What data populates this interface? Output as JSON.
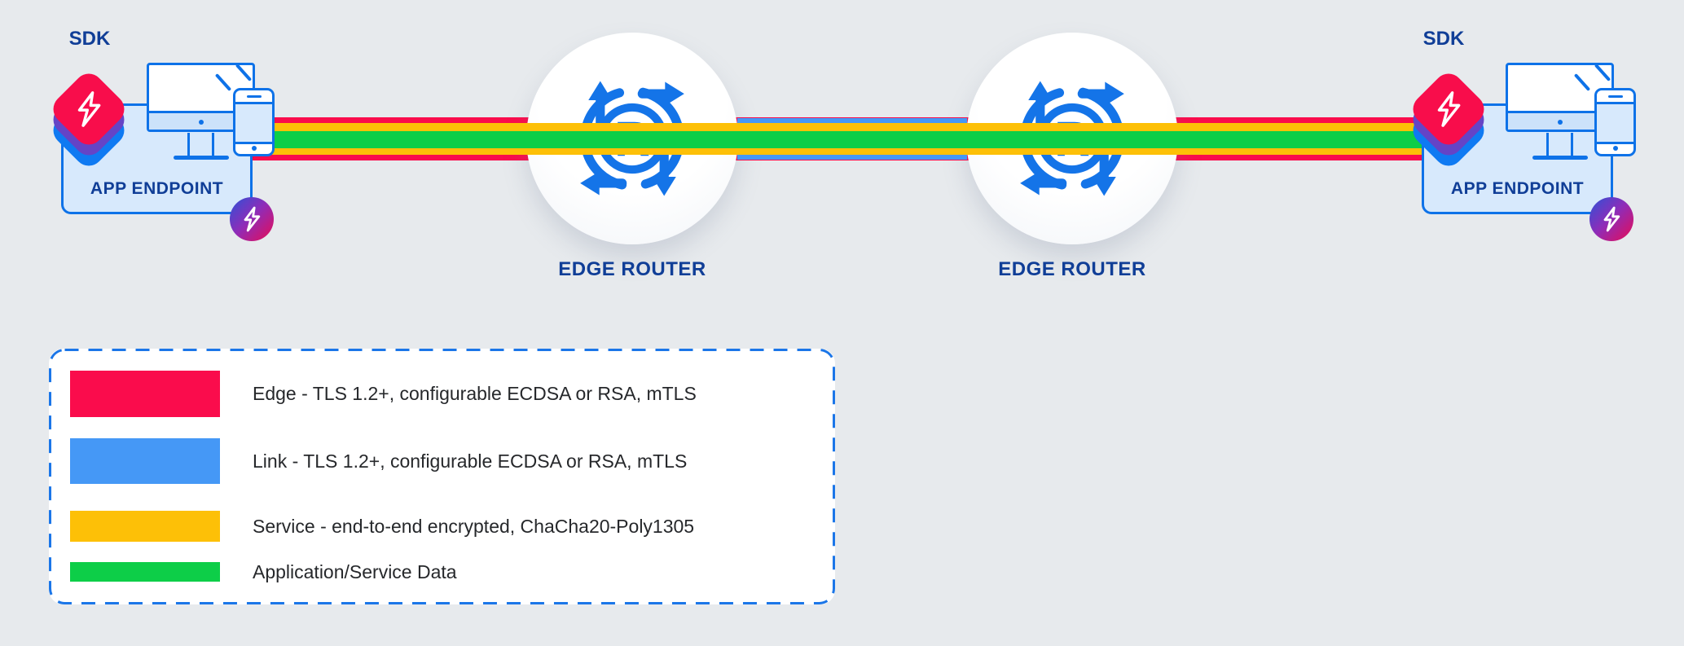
{
  "colors": {
    "background": "#E7EAED",
    "edge": "#FA0C4C",
    "link": "#4598F6",
    "service": "#FDC007",
    "data": "#0DCE48",
    "outline_blue": "#0E72E8",
    "navy_text": "#103E97"
  },
  "endpoints": [
    {
      "sdk_label": "SDK",
      "label": "APP ENDPOINT"
    },
    {
      "sdk_label": "SDK",
      "label": "APP ENDPOINT"
    }
  ],
  "routers": [
    {
      "label": "EDGE ROUTER",
      "icon_letter": "R"
    },
    {
      "label": "EDGE ROUTER",
      "icon_letter": "R"
    }
  ],
  "legend": {
    "rows": [
      {
        "label": "Edge - TLS 1.2+, configurable ECDSA or RSA, mTLS",
        "color": "#FA0C4C"
      },
      {
        "label": "Link - TLS 1.2+, configurable ECDSA or RSA, mTLS",
        "color": "#4598F6"
      },
      {
        "label": "Service - end-to-end encrypted, ChaCha20-Poly1305",
        "color": "#FDC007"
      },
      {
        "label": "Application/Service Data",
        "color": "#0DCE48"
      }
    ]
  }
}
